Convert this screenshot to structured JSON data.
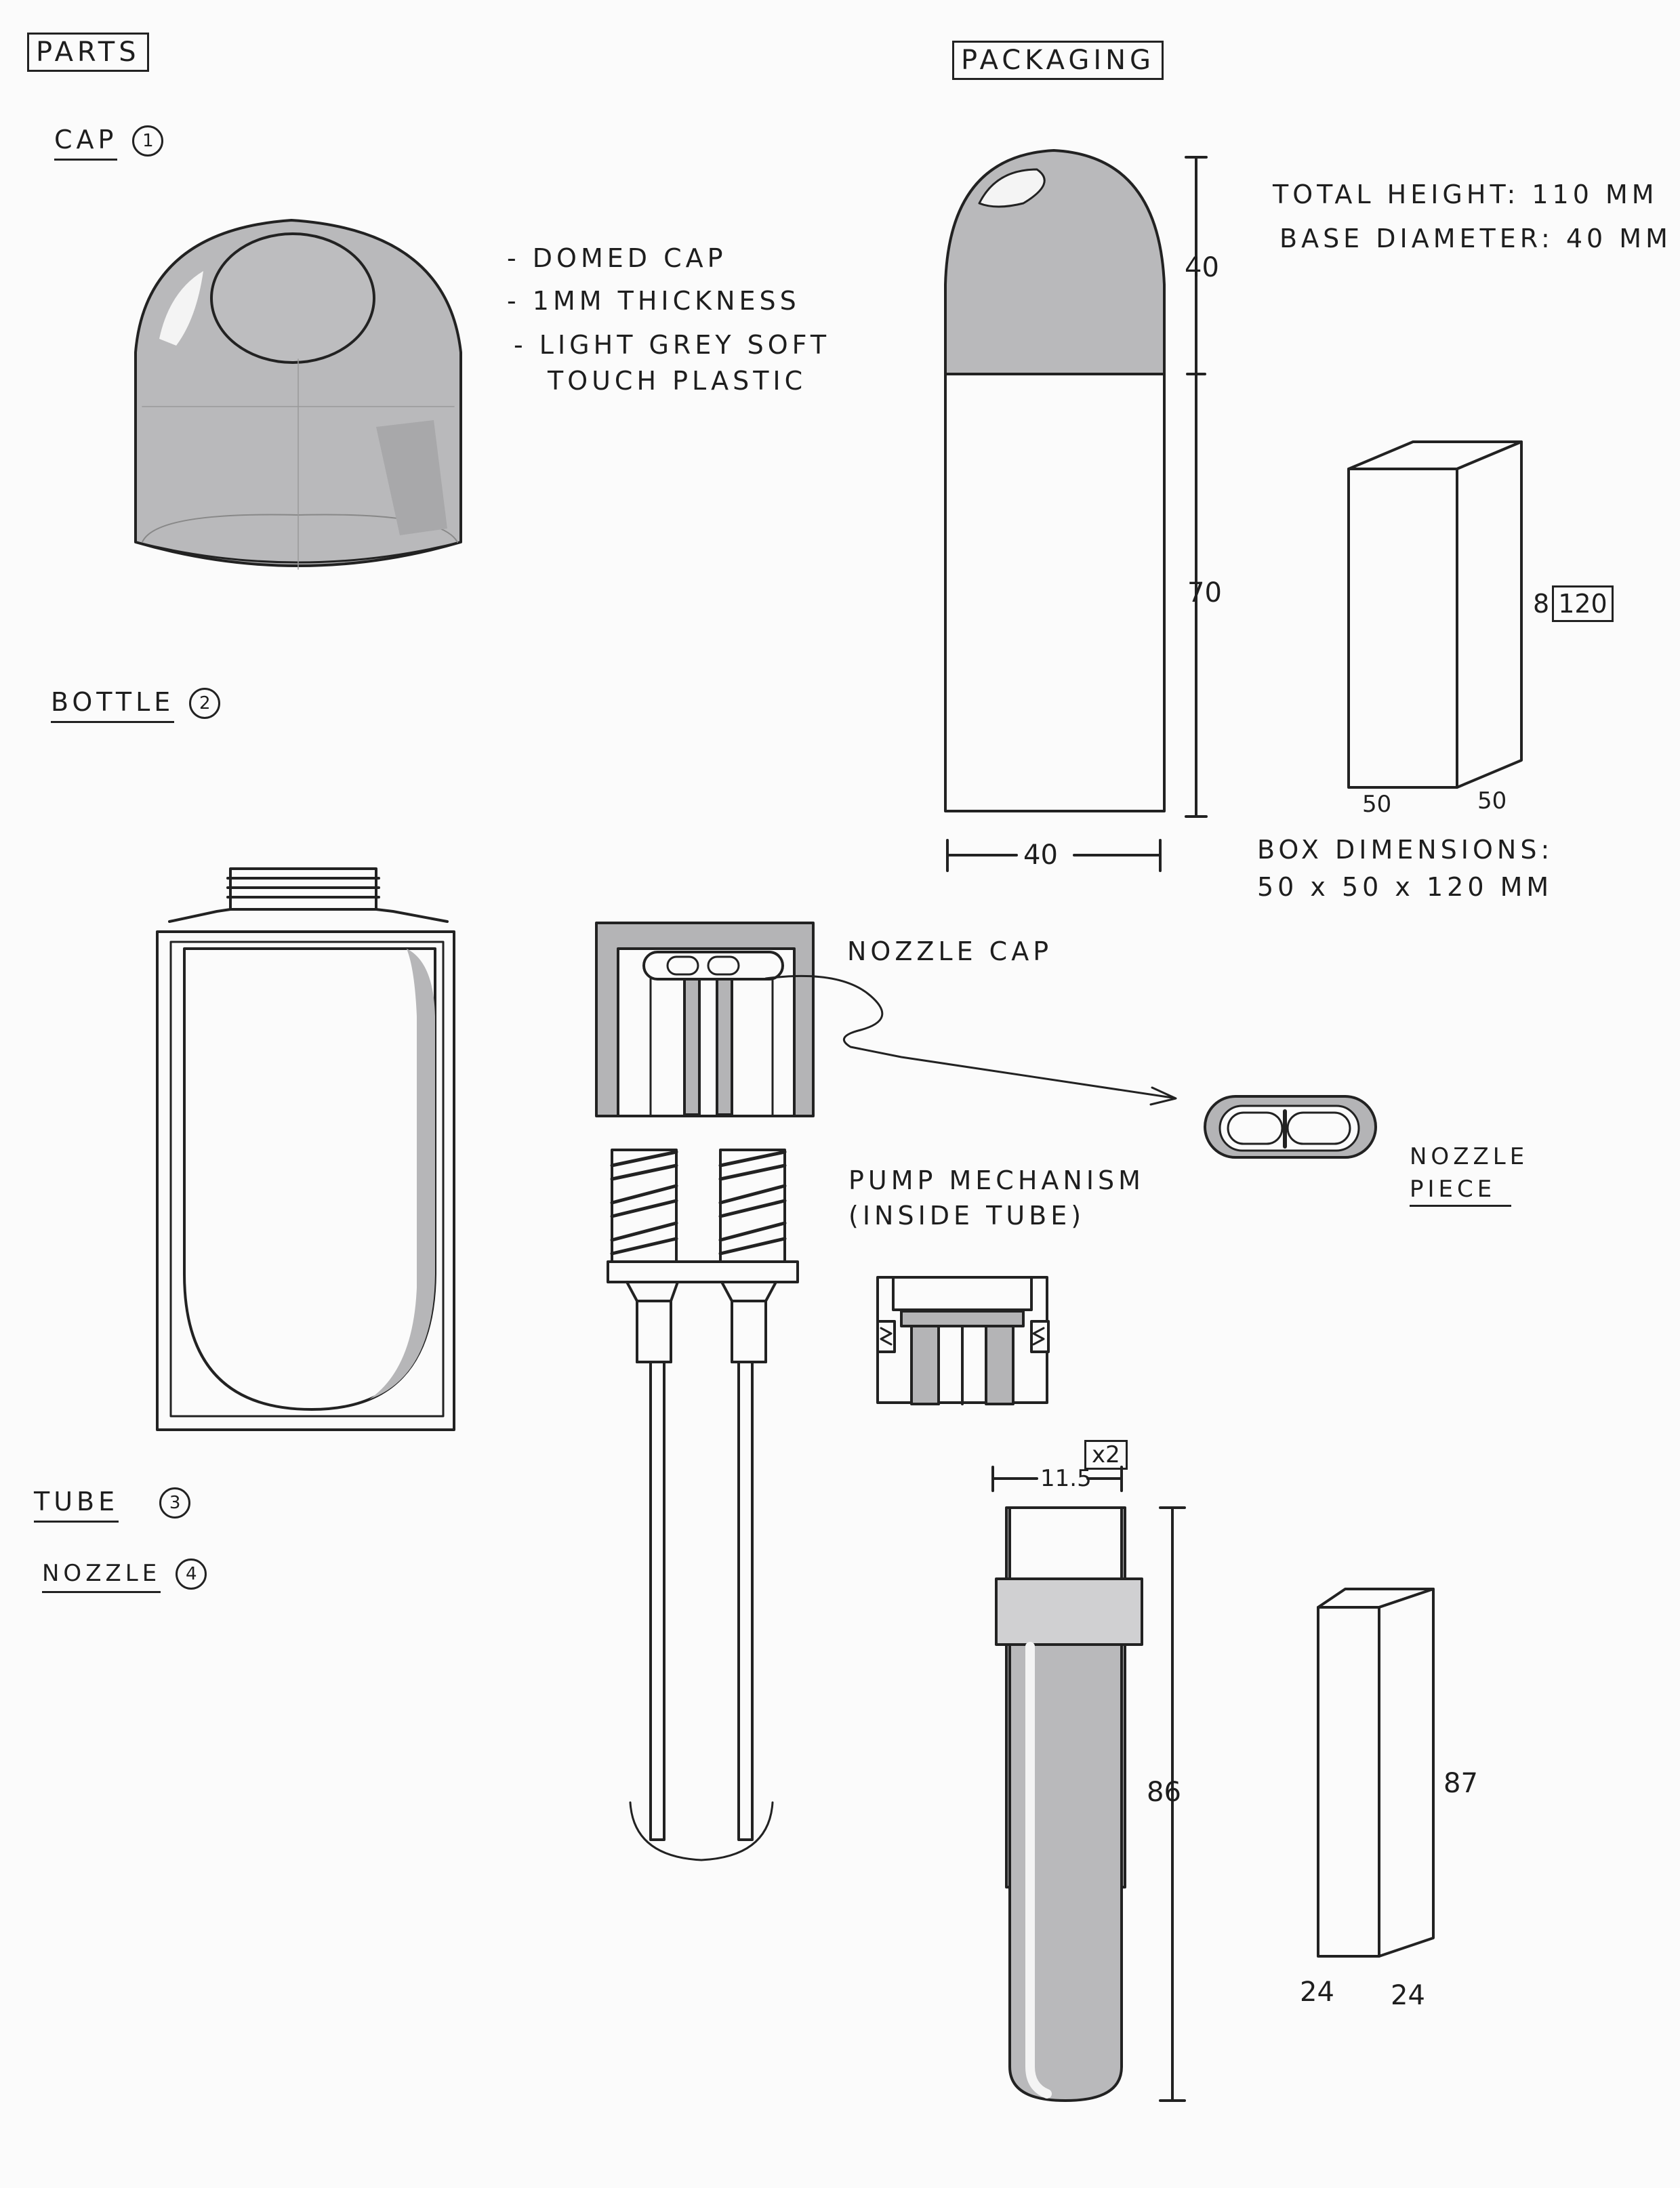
{
  "sections": {
    "parts": "PARTS",
    "packaging": "PACKAGING"
  },
  "parts": {
    "cap": {
      "label": "CAP",
      "number": "1"
    },
    "bottle": {
      "label": "BOTTLE",
      "number": "2"
    },
    "tube": {
      "label": "TUBE",
      "number": "3"
    },
    "nozzle": {
      "label": "NOZZLE",
      "number": "4"
    }
  },
  "cap_notes": [
    "- DOMED CAP",
    "- 1MM THICKNESS",
    "- LIGHT GREY SOFT",
    "TOUCH PLASTIC"
  ],
  "packaging_specs": {
    "total_height": "TOTAL HEIGHT: 110 MM",
    "base_diameter": "BASE DIAMETER: 40 MM"
  },
  "dimensions": {
    "cap_height": "40",
    "body_height": "70",
    "base_width": "40",
    "box_height_prefix": "8",
    "box_height": "120",
    "box_depth": "50",
    "box_width": "50",
    "tube_width": "11.5",
    "tube_qty": "x2",
    "tube_height": "86",
    "small_box_height": "87",
    "small_box_depth": "24",
    "small_box_width": "24"
  },
  "box_dimensions": {
    "title": "BOX DIMENSIONS:",
    "value": "50 x 50 x 120 MM"
  },
  "component_labels": {
    "nozzle_cap": "NOZZLE CAP",
    "nozzle_piece_1": "NOZZLE",
    "nozzle_piece_2": "PIECE",
    "pump_1": "PUMP MECHANISM",
    "pump_2": "(INSIDE TUBE)"
  },
  "colors": {
    "ink": "#222222",
    "paper": "#fbfbfb",
    "marker_grey": "#b4b4b6",
    "marker_light": "#d6d6d8"
  }
}
